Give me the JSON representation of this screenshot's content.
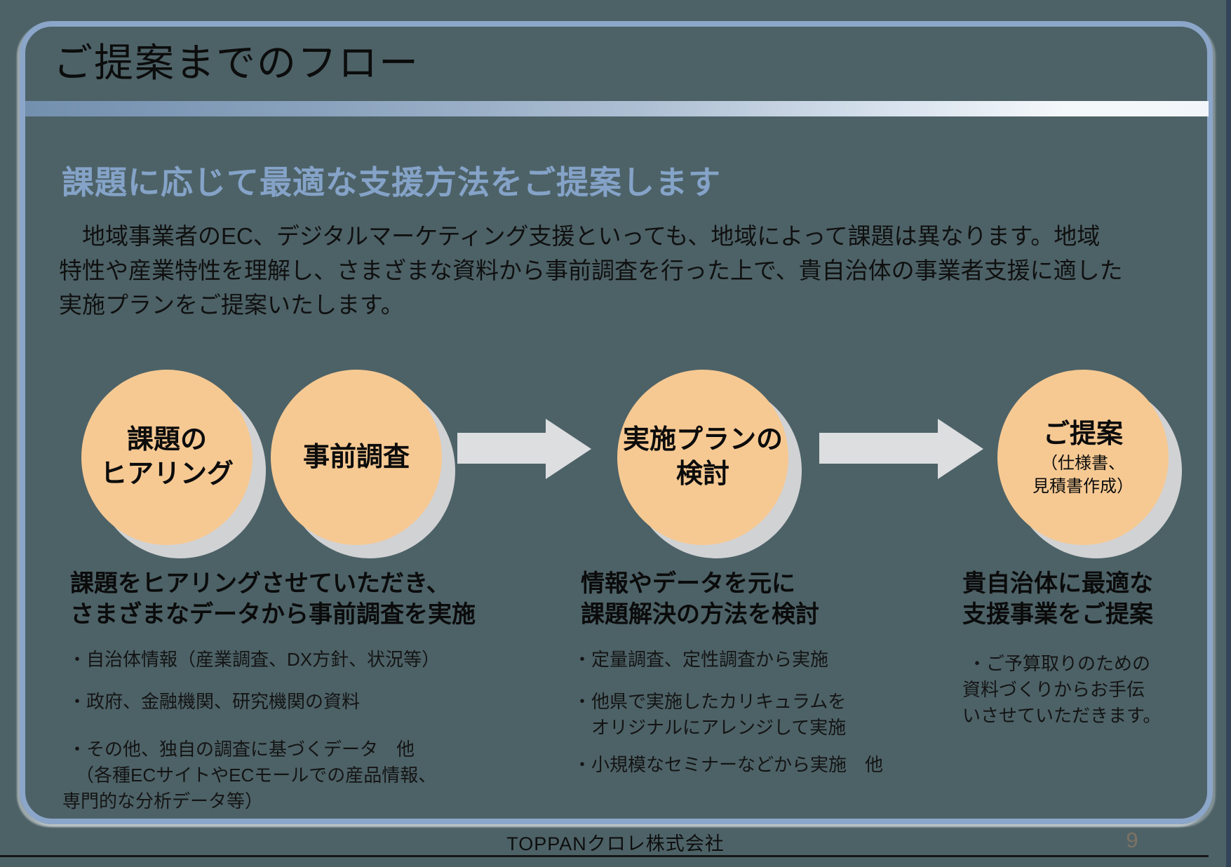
{
  "slide": {
    "title": "ご提案までのフロー",
    "section_heading": "課題に応じて最適な支援方法をご提案します",
    "intro": {
      "lines": [
        "　地域事業者のEC、デジタルマーケティング支援といっても、地域によって課題は異なります。地域",
        "特性や産業特性を理解し、さまざまな資料から事前調査を行った上で、貴自治体の事業者支援に適した",
        "実施プランをご提案いたします。"
      ]
    },
    "flow": {
      "steps": [
        {
          "lines": [
            "課題の",
            "ヒアリング"
          ]
        },
        {
          "lines": [
            "事前調査"
          ]
        },
        {
          "lines": [
            "実施プランの",
            "検討"
          ]
        },
        {
          "lines": [
            "ご提案"
          ],
          "sub_lines": [
            "（仕様書、",
            "見積書作成）"
          ]
        }
      ]
    },
    "columns": [
      {
        "heading_lines": [
          "課題をヒアリングさせていただき、",
          "さまざまなデータから事前調査を実施"
        ],
        "bullets": [
          {
            "lines": [
              "・自治体情報（産業調査、DX方針、状況等）"
            ]
          },
          {
            "lines": [
              "・政府、金融機関、研究機関の資料"
            ]
          },
          {
            "lines": [
              "・その他、独自の調査に基づくデータ　他",
              "（各種ECサイトやECモールでの産品情報、",
              "専門的な分析データ等）"
            ]
          }
        ]
      },
      {
        "heading_lines": [
          "情報やデータを元に",
          "課題解決の方法を検討"
        ],
        "bullets": [
          {
            "lines": [
              "・定量調査、定性調査から実施"
            ]
          },
          {
            "lines": [
              "・他県で実施したカリキュラムを",
              "　オリジナルにアレンジして実施"
            ]
          },
          {
            "lines": [
              "・小規模なセミナーなどから実施　他"
            ]
          }
        ]
      },
      {
        "heading_lines": [
          "貴自治体に最適な",
          "支援事業をご提案"
        ],
        "bullets": [
          {
            "lines": [
              "・ご予算取りのための",
              "資料づくりからお手伝",
              "いさせていただきます。"
            ]
          }
        ]
      }
    ],
    "footer": {
      "company": "TOPPANクロレ株式会社",
      "page_number": "9"
    },
    "colors": {
      "background": "#4d6267",
      "frame_border": "#8ba6c9",
      "heading_blue": "#85a3c8",
      "circle_fill": "#f6c993",
      "circle_shadow": "#d1d2d4",
      "arrow_gray": "#dcdee0",
      "text_black": "#111111",
      "page_number": "#7c7164",
      "band_start": "#7390af",
      "band_end": "#f5f8fb"
    }
  }
}
